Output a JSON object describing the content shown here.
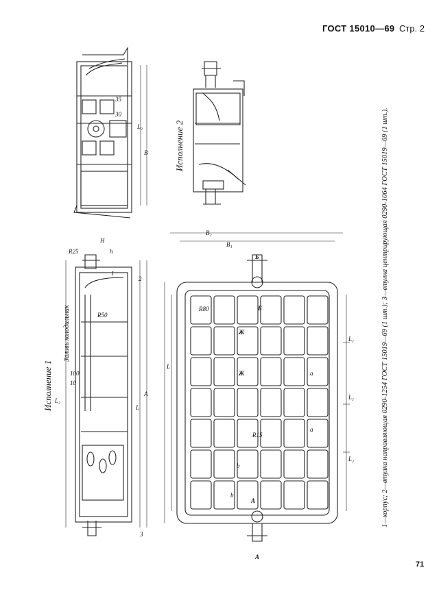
{
  "header": {
    "standard": "ГОСТ 15010—69",
    "page_label": "Стр. 2"
  },
  "views": {
    "variant_1": "Исполнение 1",
    "variant_2": "Исполнение 2",
    "cooler_bay": "Заливь холодильник"
  },
  "caption": "1—корпус; 2—втулка направляющая 0290-1254 ГОСТ 15019—69 (1 шт.);   3—втулка центрирующая 0290-1064 ГОСТ 15019—69 (1 шт.).",
  "page_number": "71",
  "dimension_labels": {
    "L": "L",
    "L1": "L₁",
    "L2": "L₂",
    "B": "B",
    "B1": "B₁",
    "B2": "B₂",
    "H": "H",
    "h": "h",
    "A": "A",
    "b": "b",
    "a": "a",
    "R80": "R80",
    "R50": "R50",
    "R15": "R15",
    "d35": "35",
    "d30": "30",
    "d10": "10",
    "d100": "100",
    "R25": "R25",
    "sec_A": "А",
    "sec_B": "Б",
    "sec_Zh": "Ж",
    "part_1": "1",
    "part_2": "2",
    "part_3": "3"
  }
}
